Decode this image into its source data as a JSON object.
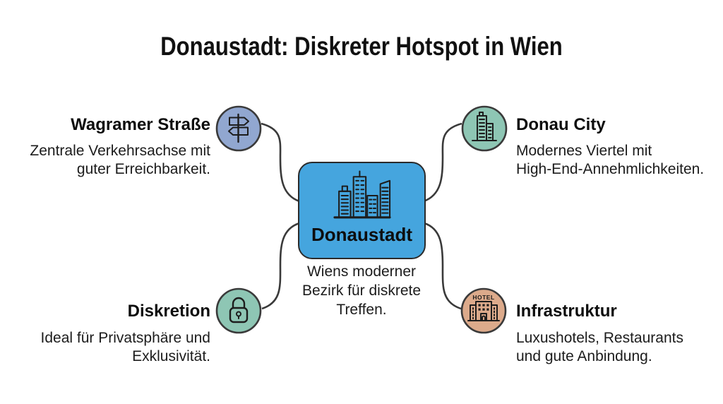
{
  "title": "Donaustadt: Diskreter Hotspot in Wien",
  "center_node": {
    "label": "Donaustadt",
    "description_lines": [
      "Wiens moderner",
      "Bezirk für diskrete",
      "Treffen."
    ],
    "icon": "city-skyline-icon",
    "box_color": "#45a5de"
  },
  "nodes": [
    {
      "id": "wagramer-strasse",
      "position": "top-left",
      "label": "Wagramer Straße",
      "description_lines": [
        "Zentrale Verkehrsachse mit",
        "guter Erreichbarkeit."
      ],
      "icon": "signpost-icon",
      "circle_color": "#91a7d0"
    },
    {
      "id": "donau-city",
      "position": "top-right",
      "label": "Donau City",
      "description_lines": [
        "Modernes Viertel mit",
        "High-End-Annehmlichkeiten."
      ],
      "icon": "office-buildings-icon",
      "circle_color": "#8ec6b4"
    },
    {
      "id": "diskretion",
      "position": "bottom-left",
      "label": "Diskretion",
      "description_lines": [
        "Ideal für Privatsphäre und",
        "Exklusivität."
      ],
      "icon": "padlock-icon",
      "circle_color": "#8ec6b4"
    },
    {
      "id": "infrastruktur",
      "position": "bottom-right",
      "label": "Infrastruktur",
      "description_lines": [
        "Luxushotels, Restaurants",
        "und gute Anbindung."
      ],
      "icon": "hotel-icon",
      "icon_text": "HOTEL",
      "circle_color": "#dcaa8b"
    }
  ],
  "colors": {
    "background": "#ffffff",
    "text": "#111111",
    "connector": "#3a3a3a",
    "circle_border": "#3a3a3a",
    "center_box_fill": "#45a5de",
    "center_box_border": "#2b2b2b",
    "icon_stroke": "#1d1d1d"
  }
}
